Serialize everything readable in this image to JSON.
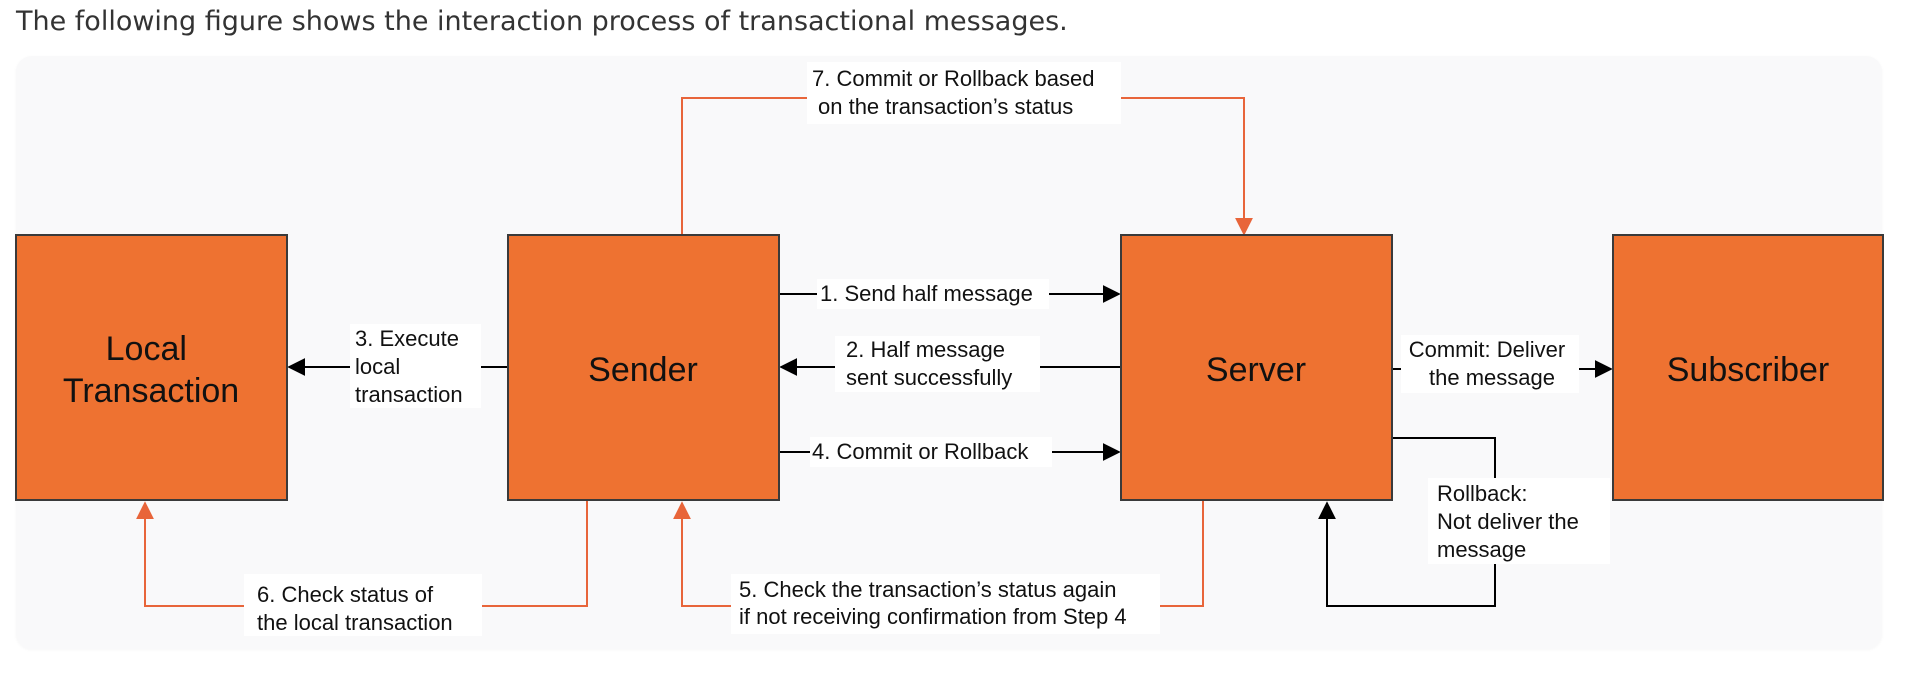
{
  "caption": "The following figure shows the interaction process of transactional messages.",
  "colors": {
    "node_fill": "#ee7231",
    "node_stroke": "#3a3a3a",
    "orange_line": "#e8653a",
    "black_line": "#000000",
    "figure_bg": "#f9f9fa"
  },
  "nodes": {
    "local_transaction": [
      "Local",
      "Transaction"
    ],
    "sender": [
      "Sender"
    ],
    "server": [
      "Server"
    ],
    "subscriber": [
      "Subscriber"
    ]
  },
  "steps": {
    "send_half": [
      "1. Send half message"
    ],
    "half_success": [
      "2. Half message",
      "sent successfully"
    ],
    "execute_local": [
      "3. Execute",
      "local",
      "transaction"
    ],
    "commit_rollback": [
      "4. Commit or Rollback"
    ],
    "check_again": [
      "5. Check the transaction’s status again",
      "if not receiving confirmation from Step 4"
    ],
    "check_local": [
      "6. Check status of",
      "the local transaction"
    ],
    "commit_rollback_status": [
      "7. Commit or Rollback based",
      "on the transaction’s status"
    ],
    "commit_deliver": [
      "Commit: Deliver",
      "the message"
    ],
    "rollback_not_deliver": [
      "Rollback:",
      "Not deliver the",
      "message"
    ]
  }
}
